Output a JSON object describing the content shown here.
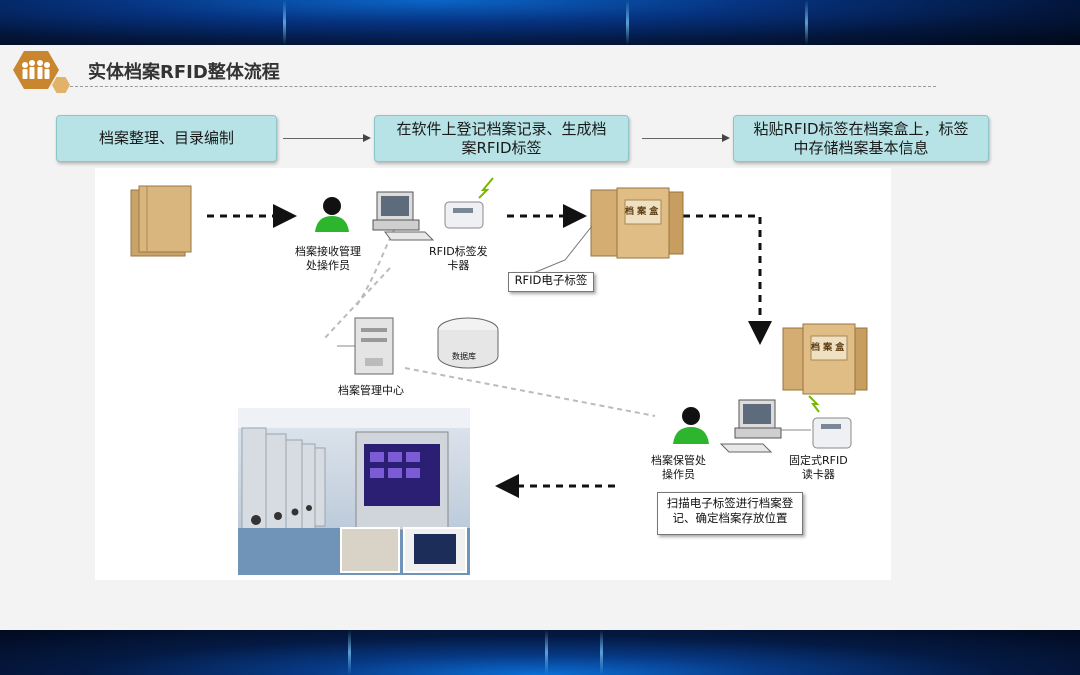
{
  "header": {
    "title": "实体档案RFID整体流程"
  },
  "steps": [
    {
      "label": "档案整理、目录编制"
    },
    {
      "label_line1": "在软件上登记档案记录、生成档",
      "label_line2": "案RFID标签"
    },
    {
      "label_line1": "粘贴RFID标签在档案盒上，标签",
      "label_line2": "中存储档案基本信息"
    }
  ],
  "diagram": {
    "receiver_operator": {
      "line1": "档案接收管理",
      "line2": "处操作员"
    },
    "tag_issuer": {
      "line1": "RFID标签发",
      "line2": "卡器"
    },
    "rfid_tag_callout": "RFID电子标签",
    "box_label": "档 案 盒",
    "management_center": "档案管理中心",
    "database": "数据库",
    "keeper_operator": {
      "line1": "档案保管处",
      "line2": "操作员"
    },
    "fixed_reader": {
      "line1": "固定式RFID",
      "line2": "读卡器"
    },
    "scan_note": {
      "line1": "扫描电子标签进行档案登",
      "line2": "记、确定档案存放位置"
    }
  },
  "colors": {
    "step_fill": "#b7e3e6",
    "accent_hex": "#c8862e",
    "operator_green": "#2db52d"
  }
}
